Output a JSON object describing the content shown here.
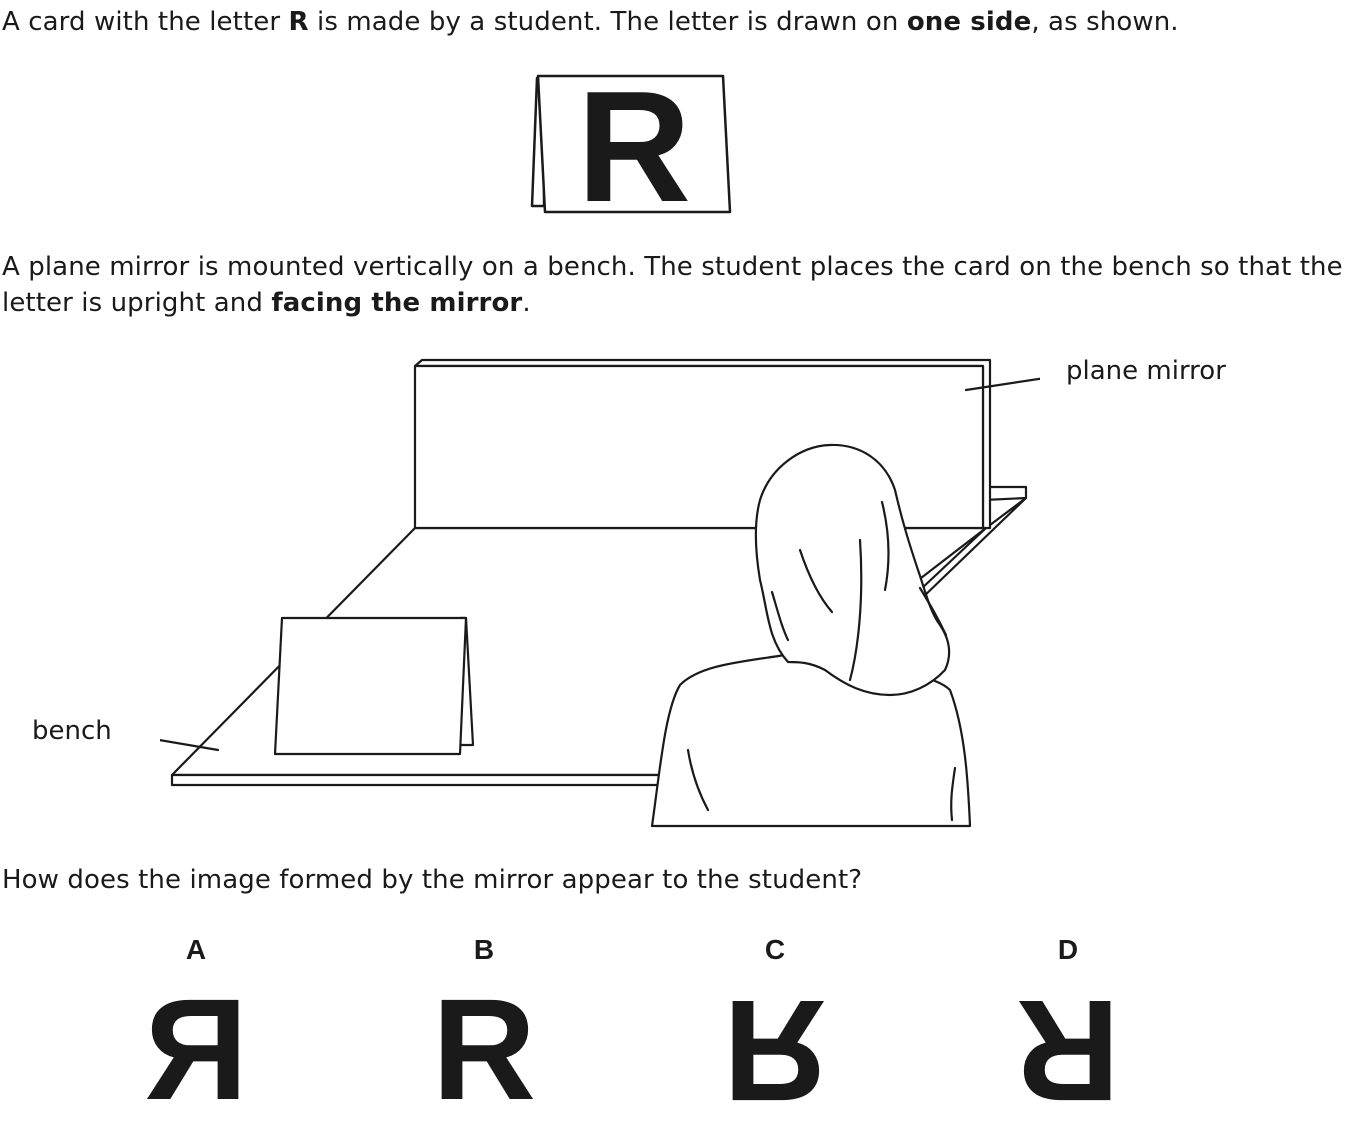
{
  "intro": {
    "part1": "A card with the letter ",
    "letter": "R",
    "part2": " is made by a student. The letter is drawn on ",
    "bold": "one side",
    "part3": ", as shown."
  },
  "card": {
    "letter": "R"
  },
  "setup": {
    "part1": "A plane mirror is mounted vertically on a bench. The student places the card on the bench so that the letter is upright and ",
    "bold": "facing the mirror",
    "part2": "."
  },
  "labels": {
    "mirror": "plane mirror",
    "bench": "bench"
  },
  "question": "How does the image formed by the mirror appear to the student?",
  "options": [
    {
      "letter": "A",
      "glyph": "R"
    },
    {
      "letter": "B",
      "glyph": "R"
    },
    {
      "letter": "C",
      "glyph": "R"
    },
    {
      "letter": "D",
      "glyph": "R"
    }
  ]
}
